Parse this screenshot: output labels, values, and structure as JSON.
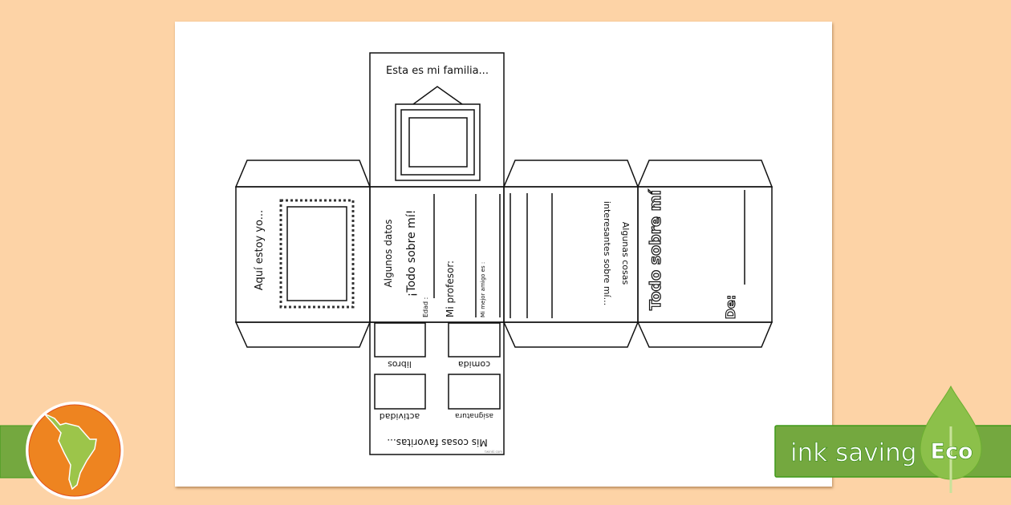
{
  "sheet": {
    "top_panel": {
      "title": "Esta es mi familia..."
    },
    "left_panel": {
      "title": "Aquí estoy yo..."
    },
    "center_panel": {
      "line1": "Algunos datos",
      "line2": "¡Todo sobre mí!",
      "age_label": "Edad :",
      "teacher_label": "Mi profesor:",
      "friend_label": "Mi mejor amigo es :"
    },
    "bottom_panel": {
      "title": "Mis cosas favoritas...",
      "items": [
        "libros",
        "comida",
        "actividad",
        "asignatura"
      ],
      "credit": "twinkl.com"
    },
    "right_panel_1": {
      "line1": "Algunas cosas",
      "line2": "interesantes sobre mí..."
    },
    "right_panel_2": {
      "title": "Todo sobre mí",
      "from_label": "De:"
    }
  },
  "banner": {
    "label": "ink saving",
    "badge": "Eco"
  },
  "colors": {
    "background": "#fdd3a6",
    "green": "#74a83f",
    "leaf": "#8cc04a",
    "orange": "#ee8420"
  }
}
